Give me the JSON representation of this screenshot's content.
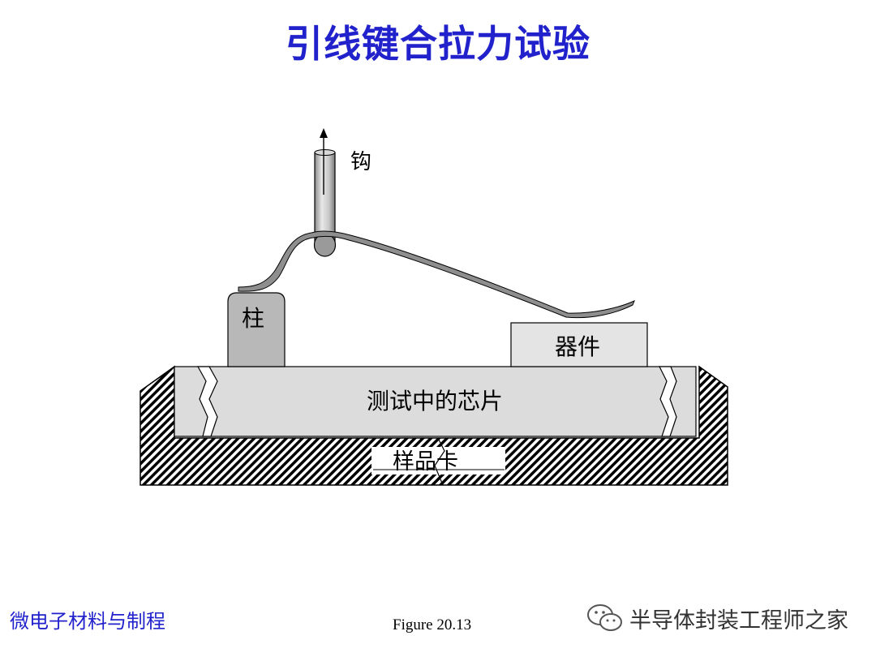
{
  "title": "引线键合拉力试验",
  "labels": {
    "hook": "钩",
    "post": "柱",
    "device": "器件",
    "chip": "测试中的芯片",
    "holder": "样品卡"
  },
  "footer": {
    "left": "微电子材料与制程",
    "figure": "Figure 20.13",
    "watermark": "半导体封装工程师之家"
  },
  "colors": {
    "title": "#2222cc",
    "post_fill": "#b8b8b8",
    "chip_fill": "#dcdcdc",
    "device_fill": "#e4e4e4"
  },
  "icons": {
    "watermark": "wechat-icon"
  }
}
